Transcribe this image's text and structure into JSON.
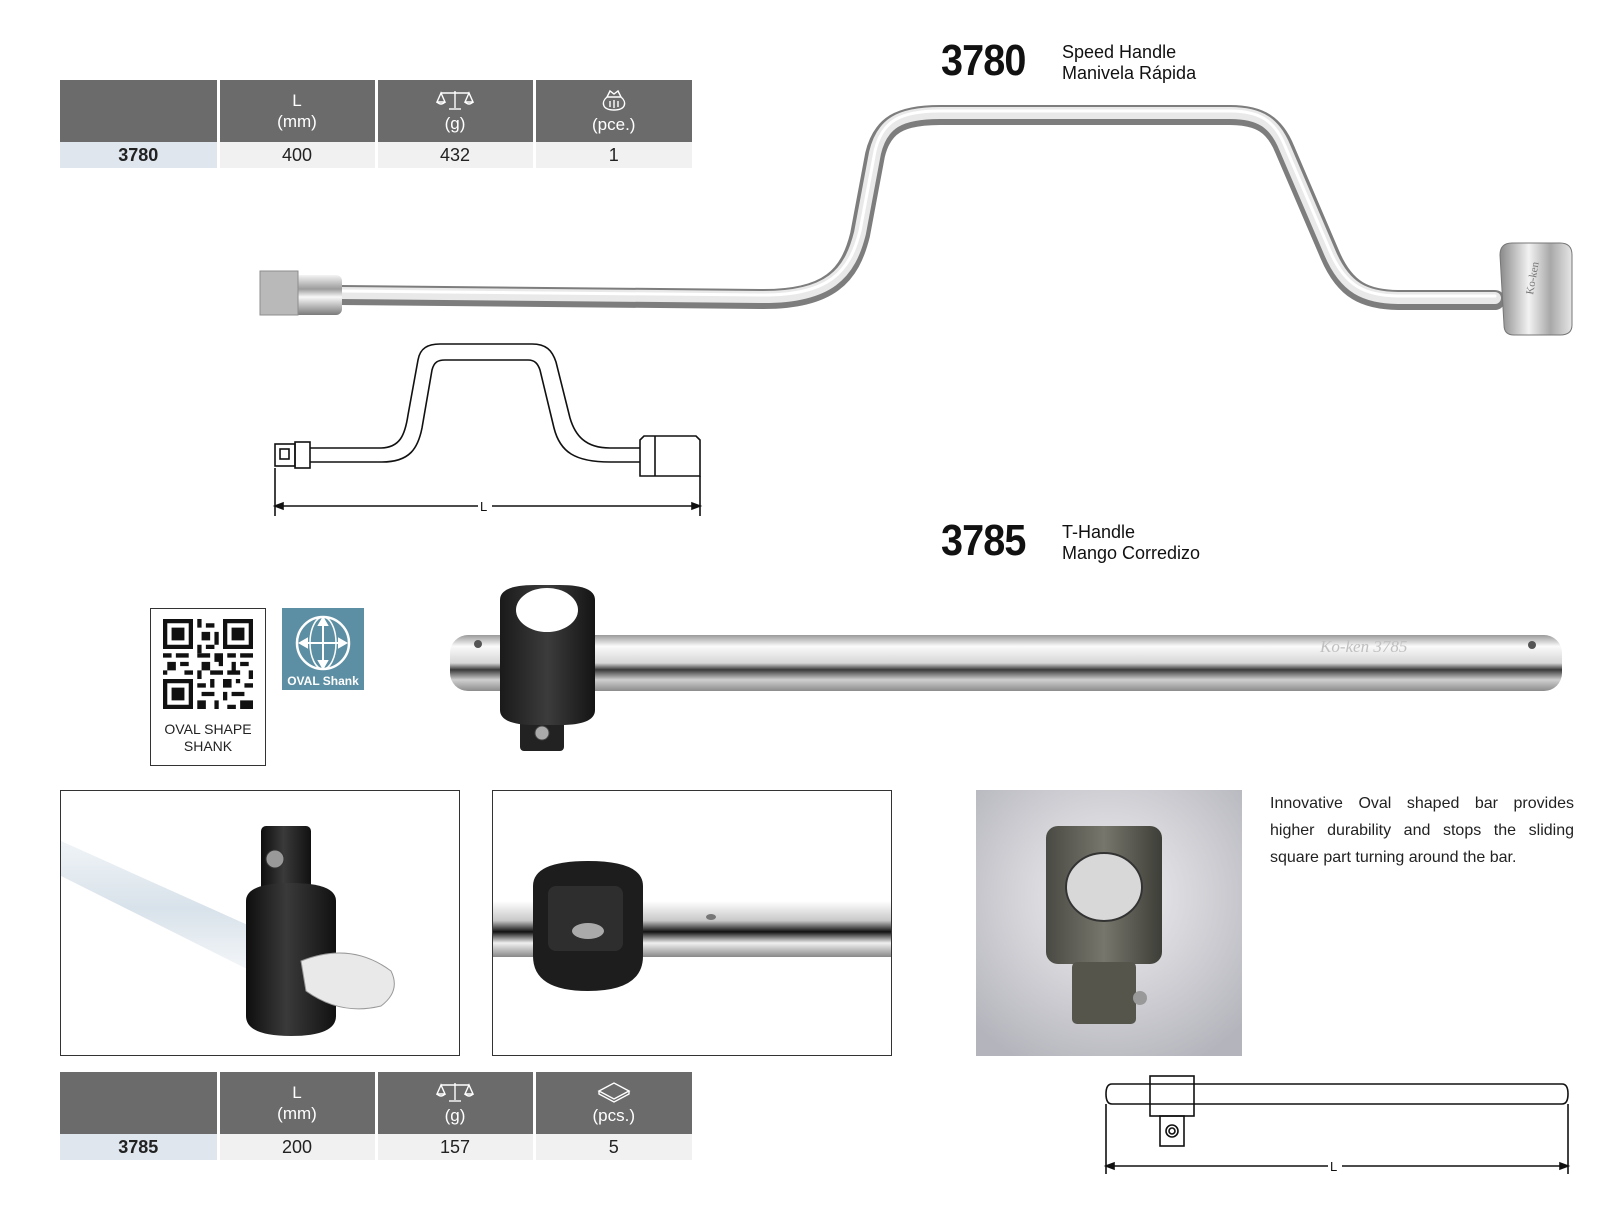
{
  "table_3780": {
    "headers": {
      "length": "L",
      "length_unit": "(mm)",
      "weight_unit": "(g)",
      "qty_unit": "(pce.)"
    },
    "row": {
      "code": "3780",
      "length": "400",
      "weight": "432",
      "qty": "1"
    },
    "icons": {
      "weight": "balance-scale-icon",
      "qty": "bag-icon"
    }
  },
  "product_3780": {
    "code": "3780",
    "name_en": "Speed Handle",
    "name_es": "Manivela Rápida"
  },
  "product_3785": {
    "code": "3785",
    "name_en": "T-Handle",
    "name_es": "Mango Corredizo"
  },
  "badge": {
    "qr_label_1": "OVAL SHAPE",
    "qr_label_2": "SHANK",
    "oval_badge_text": "OVAL Shank",
    "oval_badge_color": "#5c8fa3"
  },
  "bar_engraving": "Ko-ken 3785",
  "handle_engraving": "Ko-ken",
  "diagram_label": "L",
  "description": "Innovative Oval shaped bar provides higher durability and stops the sliding square part turning around the bar.",
  "table_3785": {
    "headers": {
      "length": "L",
      "length_unit": "(mm)",
      "weight_unit": "(g)",
      "qty_unit": "(pcs.)"
    },
    "row": {
      "code": "3785",
      "length": "200",
      "weight": "157",
      "qty": "5"
    },
    "icons": {
      "weight": "balance-scale-icon",
      "qty": "box-icon"
    }
  },
  "colors": {
    "header_gray": "#6b6b6b",
    "row_gray": "#f1f1f1",
    "code_cell": "#dfe6ee"
  }
}
